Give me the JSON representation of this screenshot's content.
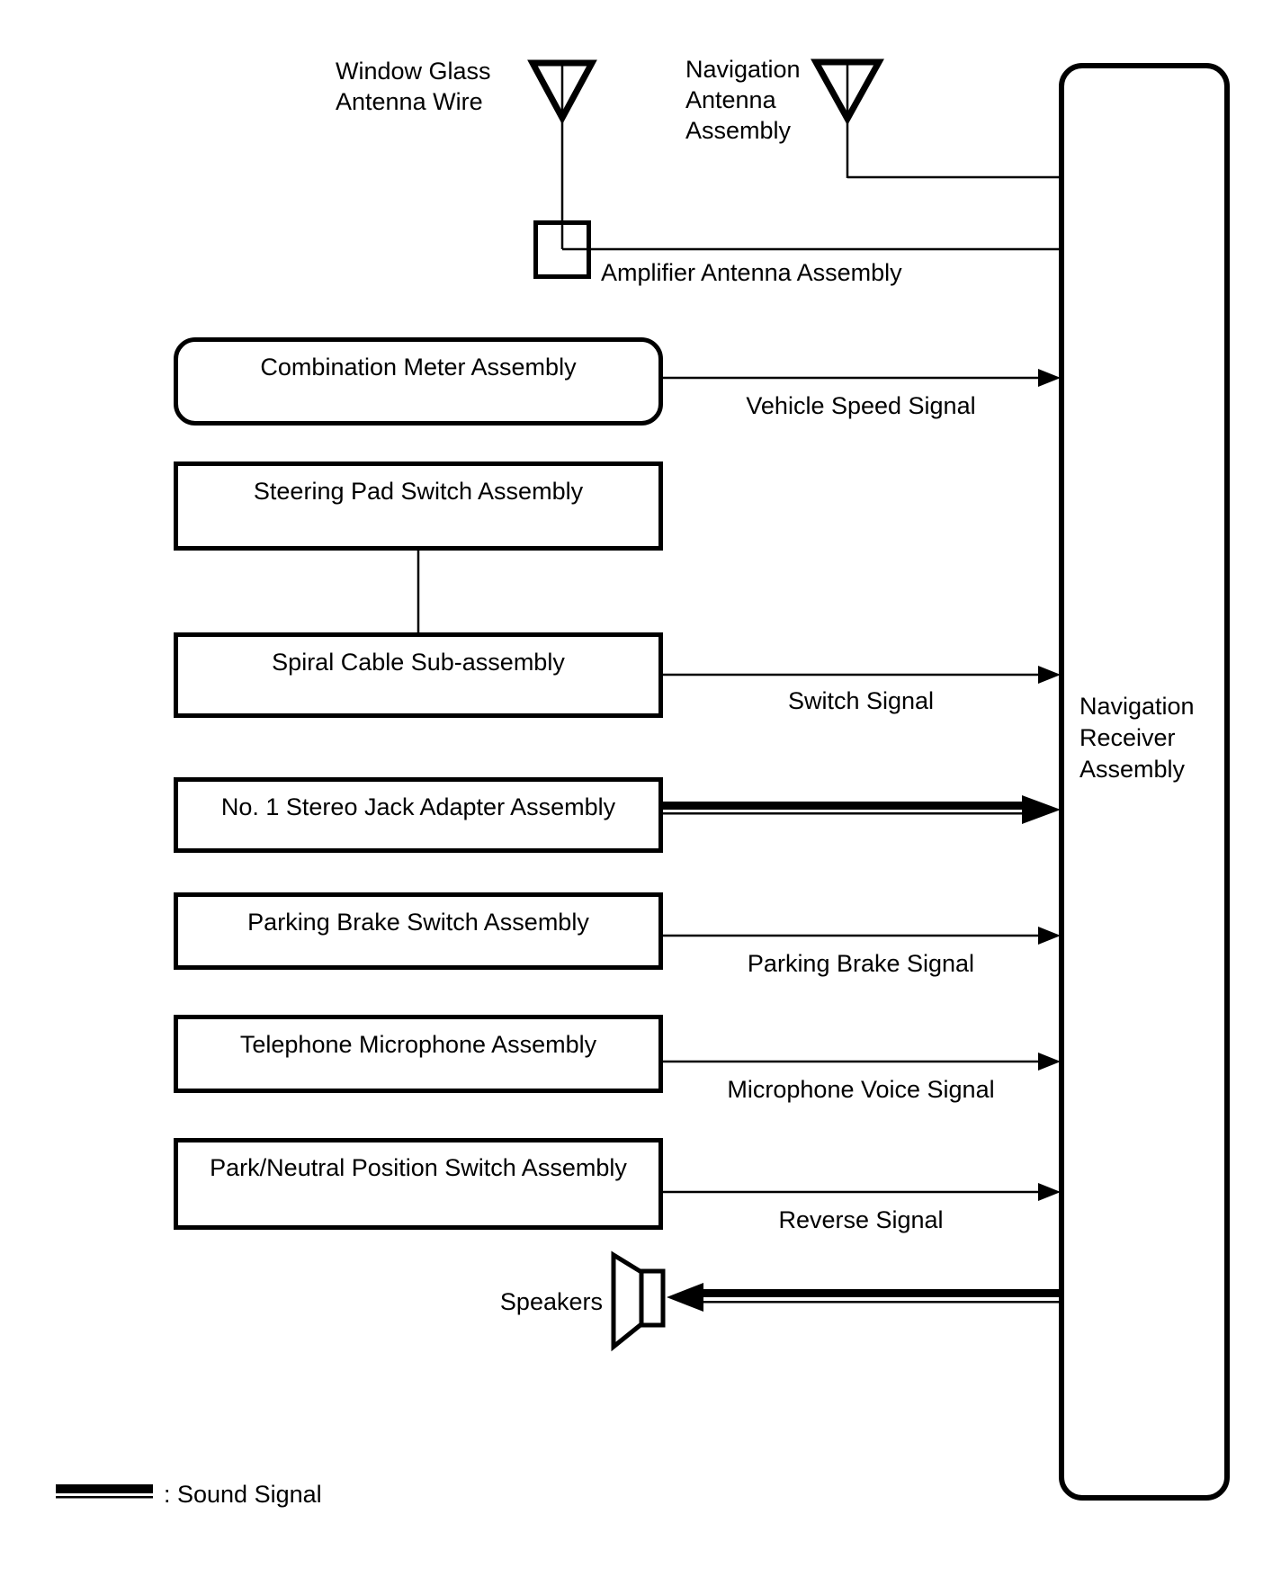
{
  "diagram": {
    "colors": {
      "line": "#000000",
      "background": "#ffffff"
    },
    "antennas": {
      "window_glass_label": "Window Glass\nAntenna Wire",
      "navigation_label": "Navigation\nAntenna\nAssembly",
      "amplifier_label": "Amplifier Antenna Assembly"
    },
    "source_boxes": [
      {
        "label": "Combination Meter Assembly"
      },
      {
        "label": "Steering Pad Switch Assembly"
      },
      {
        "label": "Spiral Cable Sub-assembly"
      },
      {
        "label": "No. 1 Stereo Jack Adapter Assembly"
      },
      {
        "label": "Parking Brake Switch Assembly"
      },
      {
        "label": "Telephone Microphone Assembly"
      },
      {
        "label": "Park/Neutral Position Switch Assembly"
      }
    ],
    "signals": {
      "vehicle_speed": "Vehicle Speed Signal",
      "switch": "Switch Signal",
      "parking_brake": "Parking Brake Signal",
      "microphone_voice": "Microphone Voice Signal",
      "reverse": "Reverse Signal"
    },
    "receiver_label": "Navigation\nReceiver\nAssembly",
    "speakers_label": "Speakers",
    "legend_text": ": Sound Signal"
  }
}
